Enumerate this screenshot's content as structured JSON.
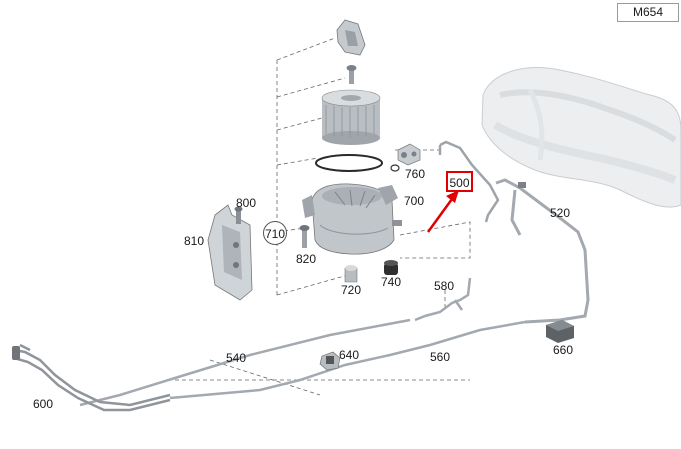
{
  "model_code": "M654",
  "highlighted_part": "500",
  "group_callout": "710",
  "labels": {
    "p520": "520",
    "p540": "540",
    "p560": "560",
    "p580": "580",
    "p600": "600",
    "p640": "640",
    "p660": "660",
    "p700": "700",
    "p720": "720",
    "p740": "740",
    "p760": "760",
    "p800": "800",
    "p810": "810",
    "p820": "820"
  },
  "colors": {
    "highlight": "#e00000",
    "line": "#555555",
    "part_fill": "#d4d8dc",
    "part_dark": "#6f757b"
  }
}
